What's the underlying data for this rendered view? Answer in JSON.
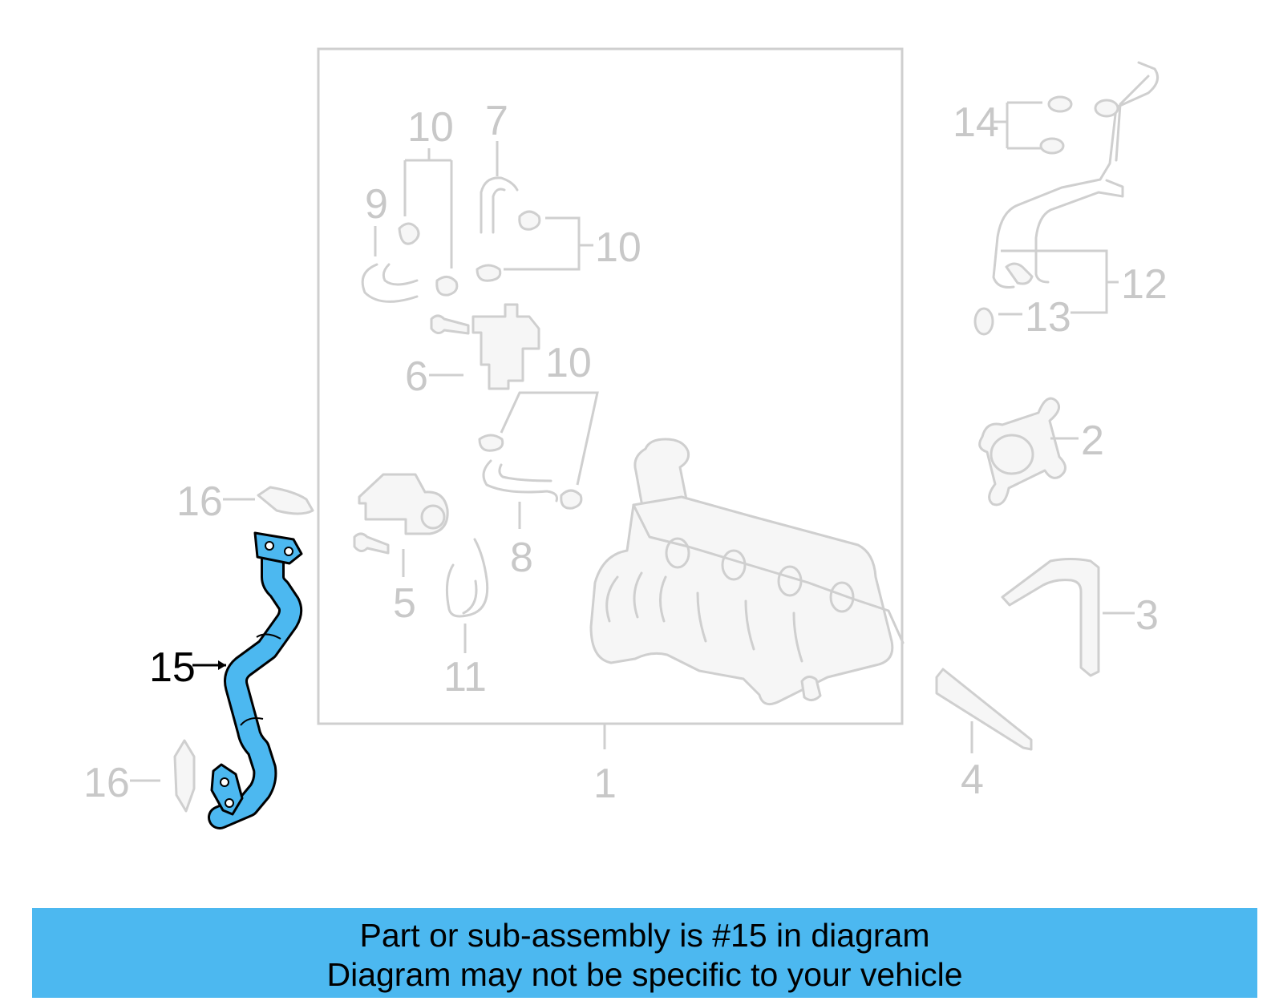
{
  "diagram": {
    "highlight_color": "#4cb8f0",
    "callouts": {
      "c1": "1",
      "c2": "2",
      "c3": "3",
      "c4": "4",
      "c5": "5",
      "c6": "6",
      "c7": "7",
      "c8": "8",
      "c9": "9",
      "c10a": "10",
      "c10b": "10",
      "c10c": "10",
      "c11": "11",
      "c12": "12",
      "c13": "13",
      "c14": "14",
      "c15": "15",
      "c16a": "16",
      "c16b": "16"
    },
    "highlighted_part": "15"
  },
  "footer": {
    "line1": "Part or sub-assembly is #15 in diagram",
    "line2": "Diagram may not be specific to your vehicle",
    "background": "#4cb8f0"
  }
}
